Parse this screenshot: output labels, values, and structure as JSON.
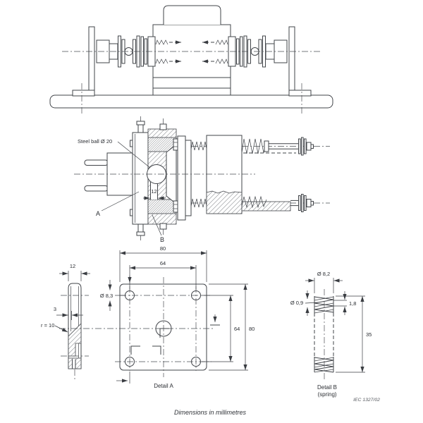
{
  "figure": {
    "note": "Dimensions in millimetres",
    "reference": "IEC 1327/02"
  },
  "section_view": {
    "steel_ball_label": "Steel ball Ø 20",
    "gap_dim": "12",
    "label_a": "A",
    "label_b": "B"
  },
  "side_view": {
    "width_dim": "12",
    "thickness_dim": "3",
    "radius_label": "r = 10"
  },
  "detail_a": {
    "caption": "Detail A",
    "outer_width": "80",
    "hole_spacing_h": "64",
    "hole_spacing_v": "64",
    "outer_height": "80",
    "hole_diameter": "Ø 8,3"
  },
  "detail_b": {
    "caption_line1": "Detail B",
    "caption_line2": "(spring)",
    "outer_diameter": "Ø 8,2",
    "wire_diameter": "Ø 0,9",
    "pitch": "1,8",
    "length": "35"
  },
  "colors": {
    "line": "#42454a",
    "text": "#2b2e33",
    "background": "#ffffff"
  }
}
